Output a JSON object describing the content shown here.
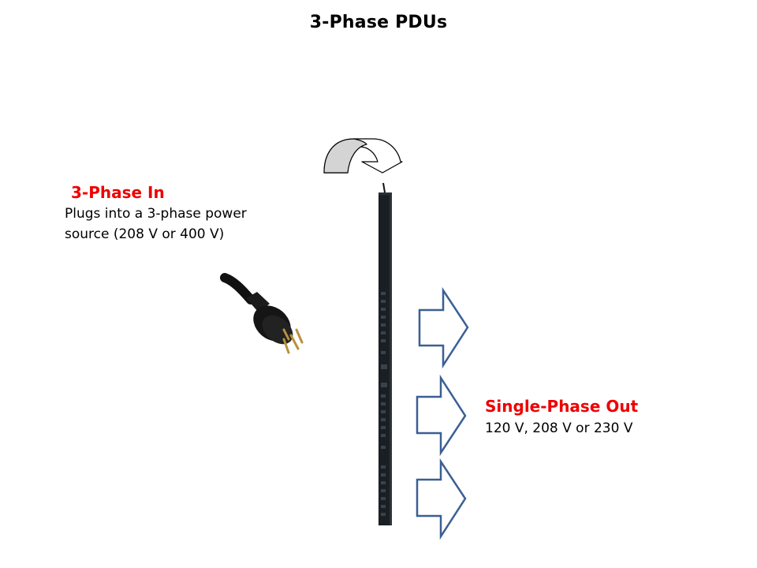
{
  "slide": {
    "title": "3-Phase PDUs"
  },
  "input_section": {
    "heading": "3-Phase In",
    "line1": "Plugs into a 3-phase power",
    "line2": "source (208 V or 400 V)"
  },
  "output_section": {
    "heading": "Single-Phase Out",
    "line1": "120 V, 208 V or 230 V"
  },
  "graphics": {
    "plug_image": "l-type-twist-lock-plug",
    "pdu_image": "vertical-rack-pdu",
    "rotate_arrow": "curved-arrow-icon",
    "output_arrows_count": 3
  },
  "colors": {
    "heading_red": "#ee0000",
    "arrow_outline": "#3a5f94",
    "curved_arrow_fill": "#d4d4d4",
    "pdu_body": "#1a1f24"
  }
}
